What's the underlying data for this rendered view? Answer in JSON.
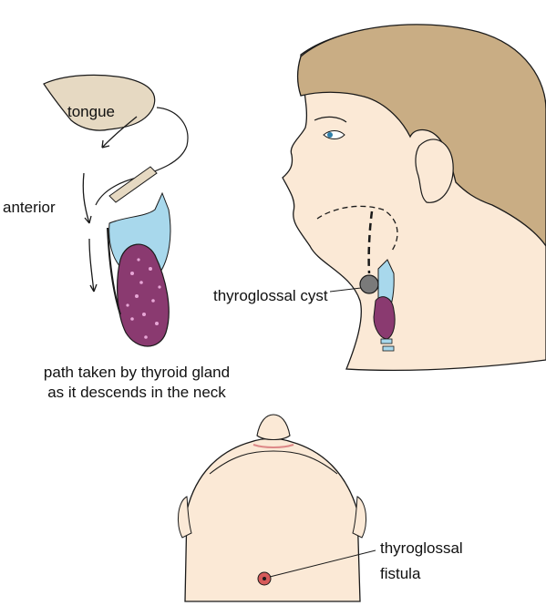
{
  "labels": {
    "tongue": "tongue",
    "anterior": "anterior",
    "cyst": "thyroglossal cyst",
    "fistula_line1": "thyroglossal",
    "fistula_line2": "fistula"
  },
  "caption": {
    "line1": "path taken by thyroid gland",
    "line2": "as it descends in the neck"
  },
  "colors": {
    "skin": "#fbe9d6",
    "hair": "#c9ad84",
    "tongue": "#e6d9c2",
    "cartilage": "#a8d8ec",
    "thyroid": "#8a3a70",
    "fistula": "#d65a5a",
    "outline": "#1a1a1a"
  }
}
